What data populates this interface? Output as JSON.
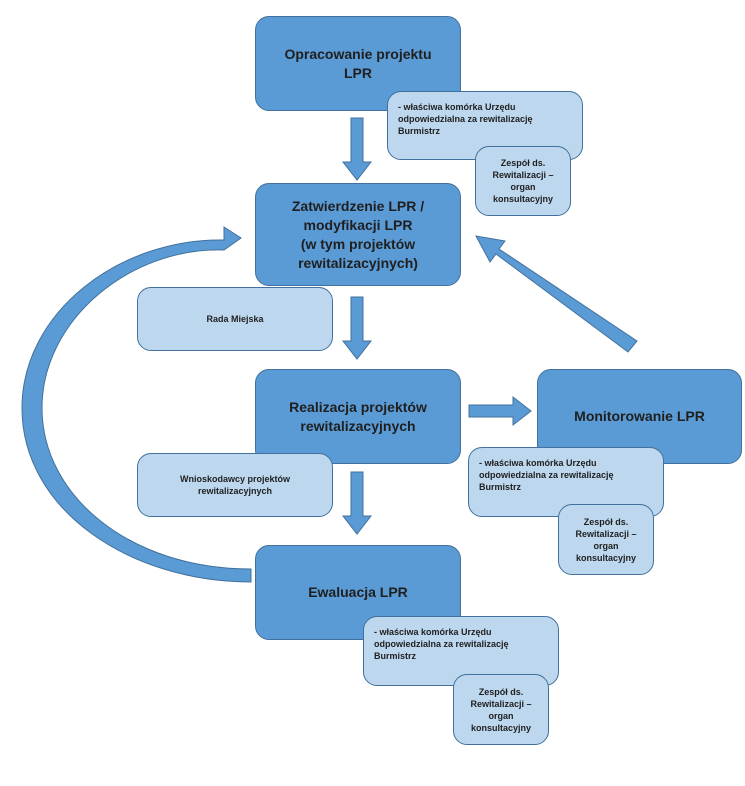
{
  "steps": {
    "opracowanie": {
      "lines": [
        "Opracowanie projektu",
        "LPR"
      ]
    },
    "zatwierdzenie": {
      "lines": [
        "Zatwierdzenie LPR /",
        "modyfikacji LPR",
        "(w tym projektów",
        "rewitalizacyjnych)"
      ]
    },
    "realizacja": {
      "lines": [
        "Realizacja projektów",
        "rewitalizacyjnych"
      ]
    },
    "monitorowanie": {
      "lines": [
        "Monitorowanie LPR"
      ]
    },
    "ewaluacja": {
      "lines": [
        "Ewaluacja LPR"
      ]
    }
  },
  "actors": {
    "urzad": [
      "- właściwa komórka Urzędu",
      "odpowiedzialna za rewitalizację",
      "Burmistrz"
    ],
    "zespol": [
      "Zespół ds.",
      "Rewitalizacji –",
      "organ",
      "konsultacyjny"
    ],
    "rada": [
      "Rada Miejska"
    ],
    "wnioskodawcy": [
      "Wnioskodawcy projektów",
      "rewitalizacyjnych"
    ]
  },
  "colors": {
    "main_fill": "#5b9bd5",
    "sub_fill": "#bdd7ee",
    "border": "#41719c",
    "arrow": "#5b9bd5"
  }
}
